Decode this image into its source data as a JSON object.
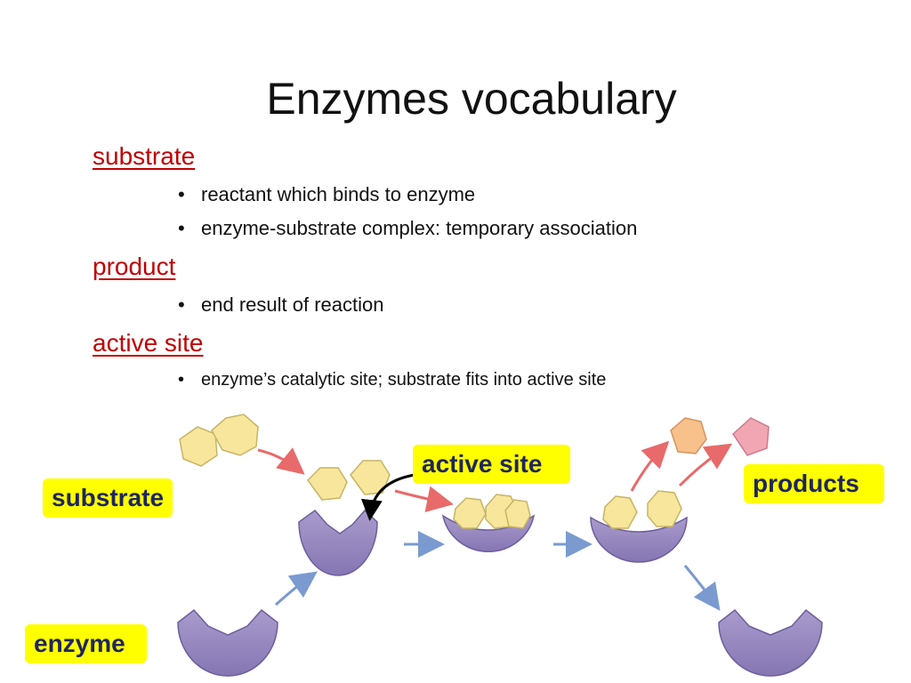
{
  "slide": {
    "title": "Enzymes vocabulary",
    "terms": [
      {
        "term": "substrate",
        "bullets": [
          "reactant which binds to enzyme",
          "enzyme-substrate complex: temporary association"
        ]
      },
      {
        "term": "product",
        "bullets": [
          "end result of reaction"
        ]
      },
      {
        "term": "active site",
        "bullets": [
          "enzyme’s catalytic site; substrate fits into active site"
        ]
      }
    ],
    "bullet_glyph": "•"
  },
  "diagram": {
    "labels": {
      "substrate": "substrate",
      "active_site": "active site",
      "products": "products",
      "enzyme": "enzyme"
    },
    "colors": {
      "enzyme": "#9b8cc0",
      "substrate": "#f7e69c",
      "product_orange": "#f8c08a",
      "product_pink": "#f2a6b4",
      "label_bg": "#ffff00",
      "label_text": "#1f2560",
      "arrow_red": "#e86a6a",
      "arrow_blue": "#7a9ad0",
      "term_red": "#c00000"
    }
  }
}
